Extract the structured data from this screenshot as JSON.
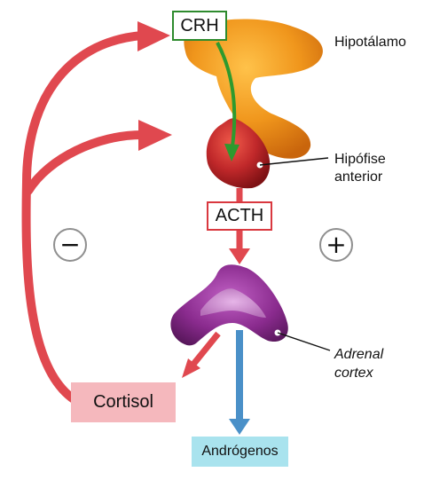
{
  "labels": {
    "crh": "CRH",
    "hypothalamus": "Hipotálamo",
    "pituitary_line1": "Hipófise",
    "pituitary_line2": "anterior",
    "acth": "ACTH",
    "adrenal_line1": "Adrenal",
    "adrenal_line2": "cortex",
    "cortisol": "Cortisol",
    "androgens": "Andrógenos",
    "minus": "−",
    "plus": "+"
  },
  "colors": {
    "feedback_arrow": "#e0484f",
    "crh_arrow": "#2e9a2e",
    "crh_border": "#2e8b2e",
    "acth_border": "#d9383f",
    "hypothalamus": "#f0961c",
    "pituitary": "#c0282a",
    "adrenal": "#8a2b8e",
    "cortisol_box": "#f5b8bd",
    "androgen_box": "#a9e3ee",
    "androgen_arrow": "#4a90c8",
    "sign_border": "#8f8f8f"
  }
}
